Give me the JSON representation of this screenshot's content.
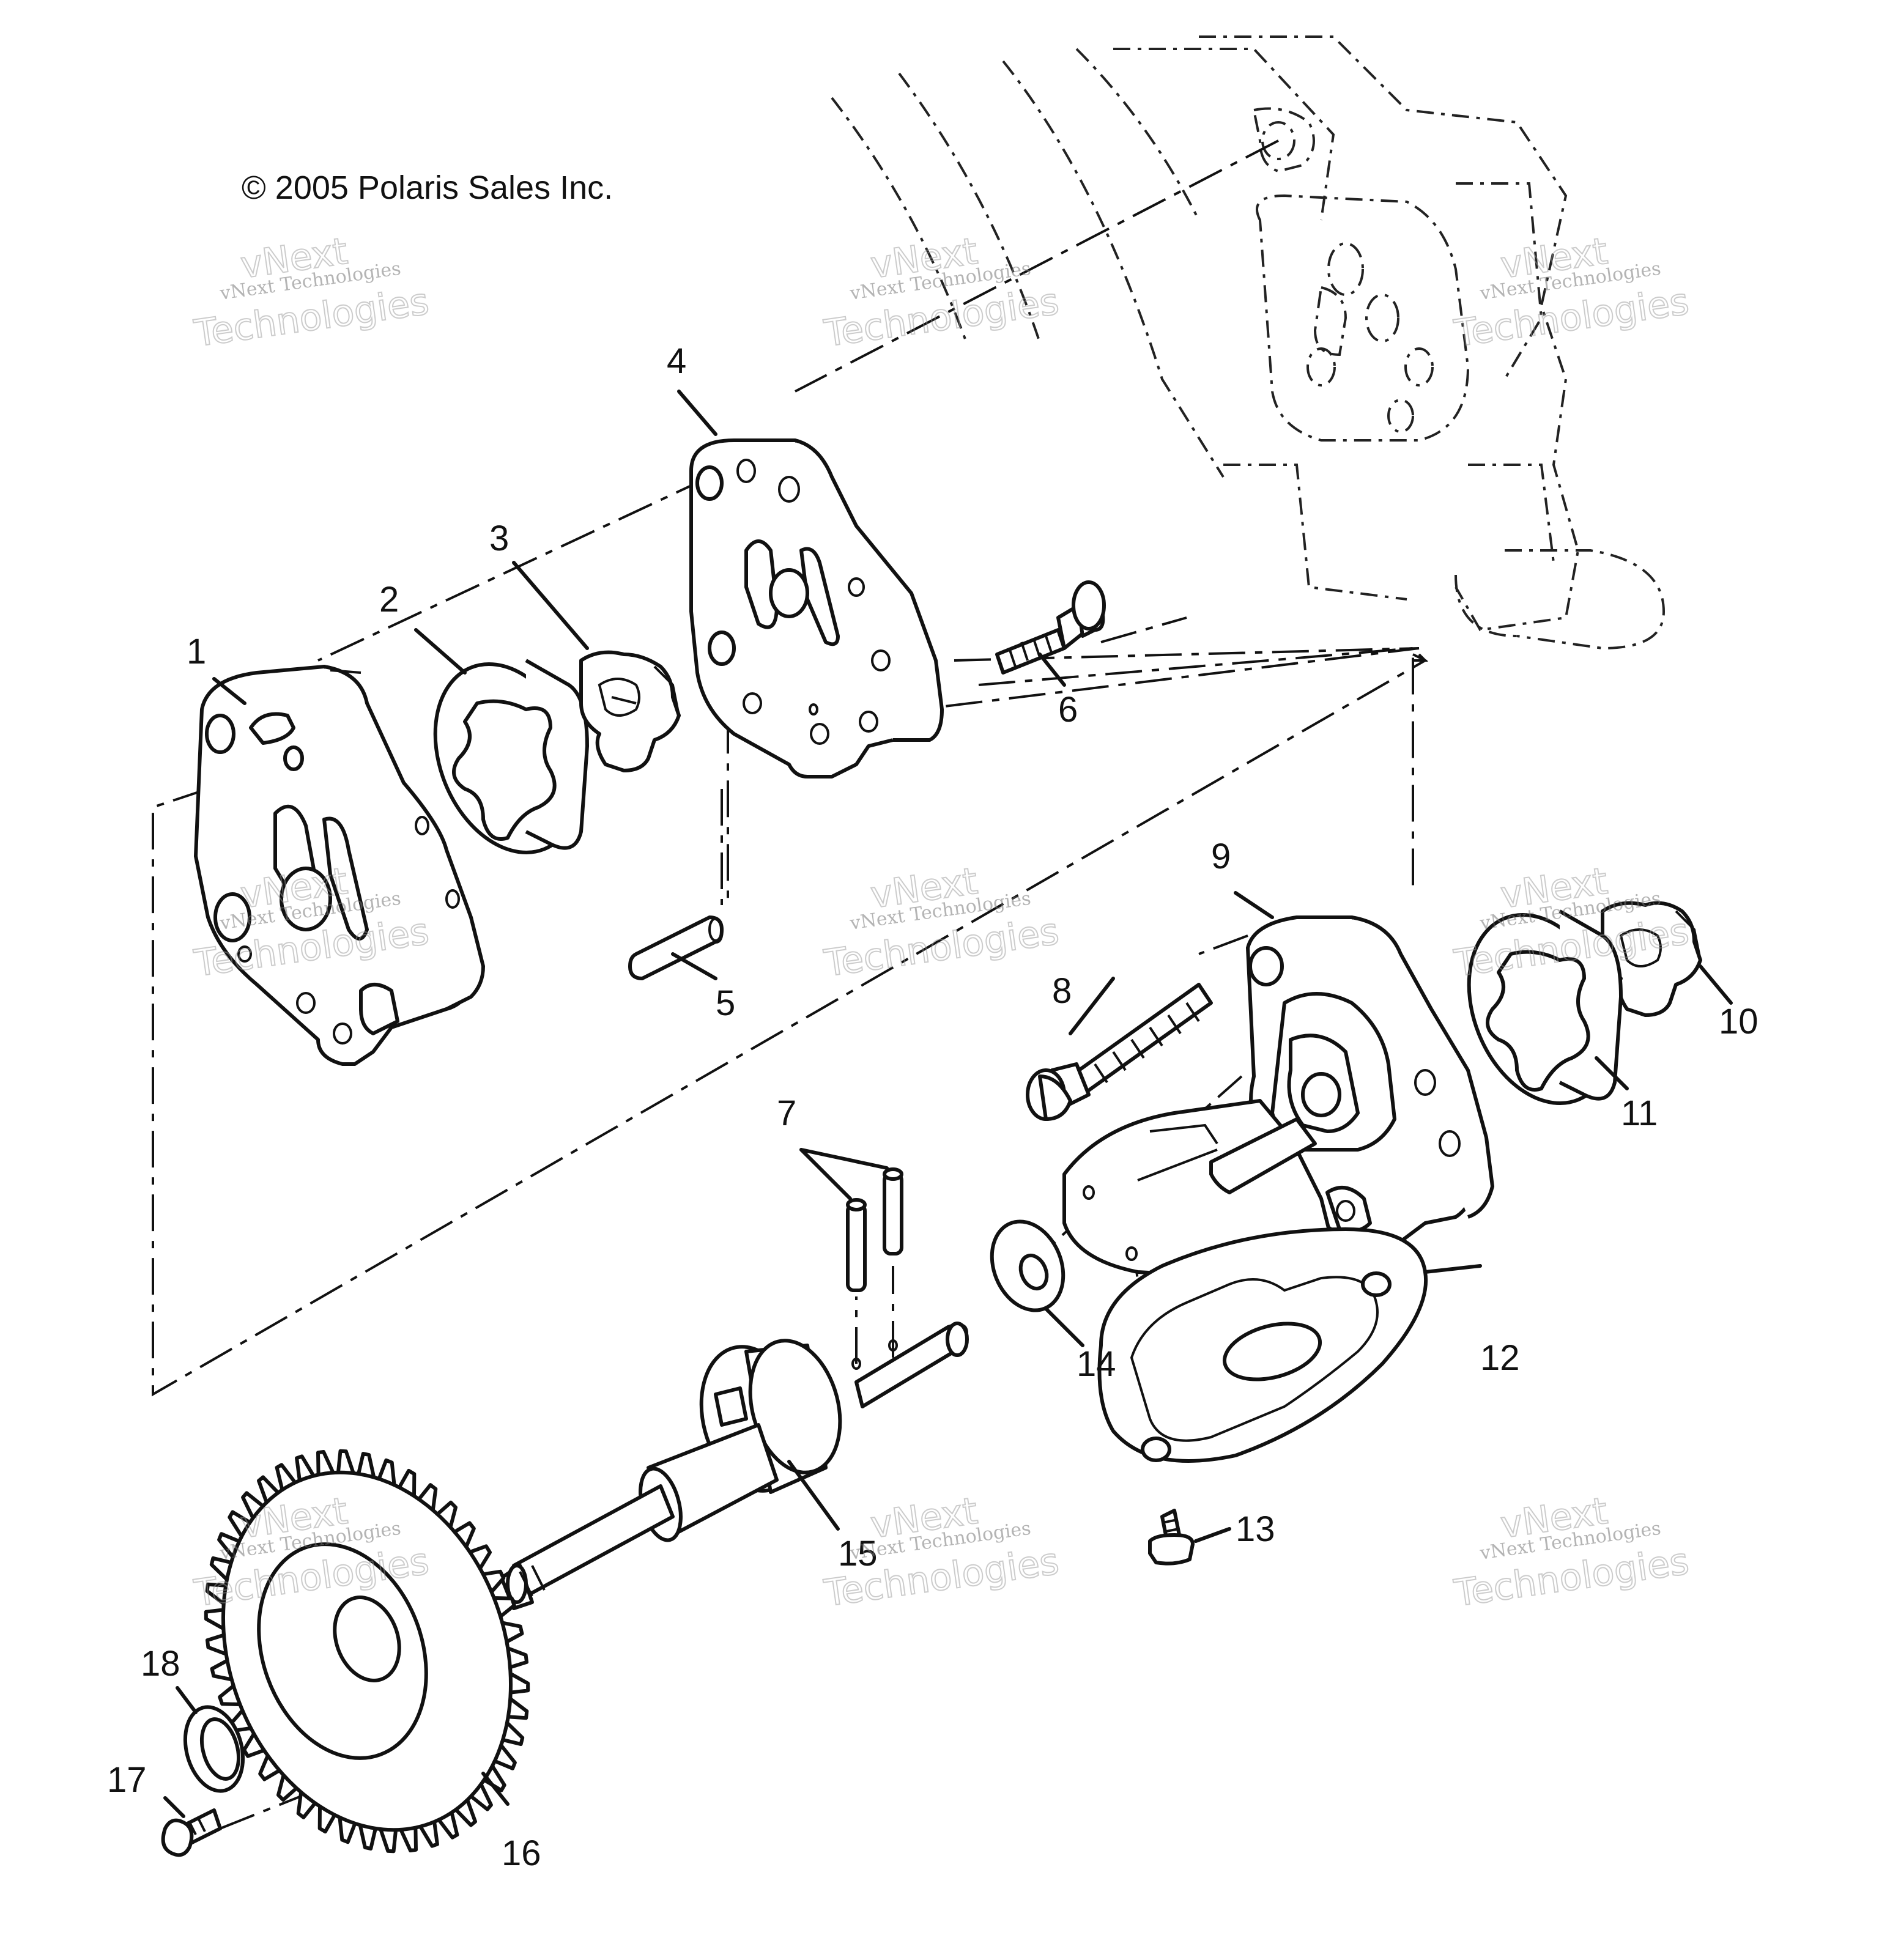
{
  "copyright": "© 2005 Polaris Sales Inc.",
  "watermark": {
    "line1": "vNext Technologies",
    "line2": "vNext",
    "line3": "Technologies"
  },
  "callouts": [
    "1",
    "2",
    "3",
    "4",
    "5",
    "6",
    "7",
    "8",
    "9",
    "10",
    "11",
    "12",
    "13",
    "14",
    "15",
    "16",
    "17",
    "18"
  ],
  "colors": {
    "ink": "#111111",
    "background": "#ffffff",
    "watermark": "#999999"
  }
}
